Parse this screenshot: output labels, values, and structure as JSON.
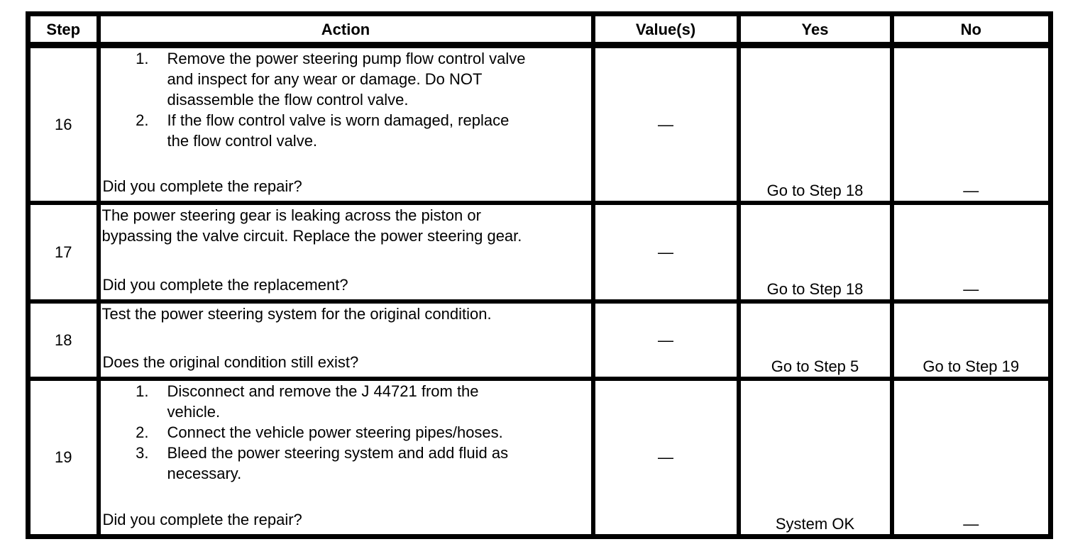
{
  "colors": {
    "border": "#000000",
    "text": "#000000",
    "background": "#ffffff"
  },
  "table": {
    "headers": {
      "step": "Step",
      "action": "Action",
      "values": "Value(s)",
      "yes": "Yes",
      "no": "No"
    },
    "rows": [
      {
        "step": "16",
        "action": {
          "list": [
            {
              "num": "1.",
              "text": "Remove the power steering pump flow control valve\nand inspect for any wear or damage. Do NOT\ndisassemble the flow control valve."
            },
            {
              "num": "2.",
              "text": "If the flow control valve is worn damaged, replace\nthe flow control valve."
            }
          ],
          "question": "Did you complete the repair?"
        },
        "values": "—",
        "yes": "Go to Step 18",
        "no": "—"
      },
      {
        "step": "17",
        "action": {
          "text": "The power steering gear is leaking across the piston or\nbypassing the valve circuit. Replace the power steering gear.",
          "question": "Did you complete the replacement?"
        },
        "values": "—",
        "yes": "Go to Step 18",
        "no": "—"
      },
      {
        "step": "18",
        "action": {
          "text": "Test the power steering system for the original condition.",
          "question": "Does the original condition still exist?"
        },
        "values": "—",
        "yes": "Go to Step 5",
        "no": "Go to Step 19"
      },
      {
        "step": "19",
        "action": {
          "list": [
            {
              "num": "1.",
              "text": "Disconnect and remove the J 44721 from the\nvehicle."
            },
            {
              "num": "2.",
              "text": "Connect the vehicle power steering pipes/hoses."
            },
            {
              "num": "3.",
              "text": "Bleed the power steering system and add fluid as\nnecessary."
            }
          ],
          "question": "Did you complete the repair?"
        },
        "values": "—",
        "yes": "System OK",
        "no": "—"
      }
    ]
  }
}
